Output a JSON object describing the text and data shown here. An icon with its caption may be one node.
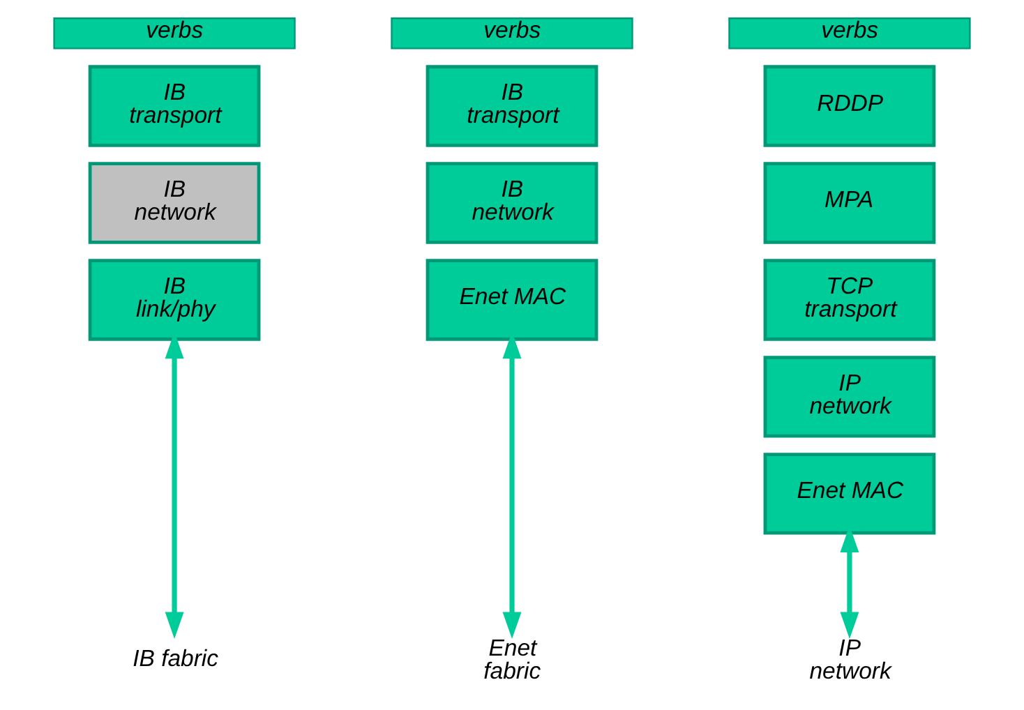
{
  "diagram": {
    "nodes": [
      {
        "text": [
          "verbs"
        ]
      },
      {
        "text": [
          "IB transport"
        ]
      },
      {
        "text": [
          "IB network"
        ]
      },
      {
        "text": [
          "IB link/phy"
        ]
      },
      {
        "text": [
          "IB fabric"
        ]
      },
      {
        "text": [
          "verbs"
        ]
      },
      {
        "text": [
          "IB transport"
        ]
      },
      {
        "text": [
          "IB network"
        ]
      },
      {
        "text": [
          "Enet MAC"
        ]
      },
      {
        "text": [
          "Enet fabric"
        ]
      },
      {
        "text": [
          "verbs"
        ]
      },
      {
        "text": [
          "RDDP"
        ]
      },
      {
        "text": [
          "MPA"
        ]
      },
      {
        "text": [
          "TCP transport"
        ]
      },
      {
        "text": [
          "IP network"
        ]
      },
      {
        "text": [
          "Enet MAC"
        ]
      },
      {
        "text": [
          "IP network"
        ]
      }
    ],
    "edges": [
      {
        "from": 3,
        "to": 4,
        "arrow": "both"
      },
      {
        "from": 8,
        "to": 9,
        "arrow": "both"
      },
      {
        "from": 15,
        "to": 16,
        "arrow": "both"
      }
    ]
  }
}
